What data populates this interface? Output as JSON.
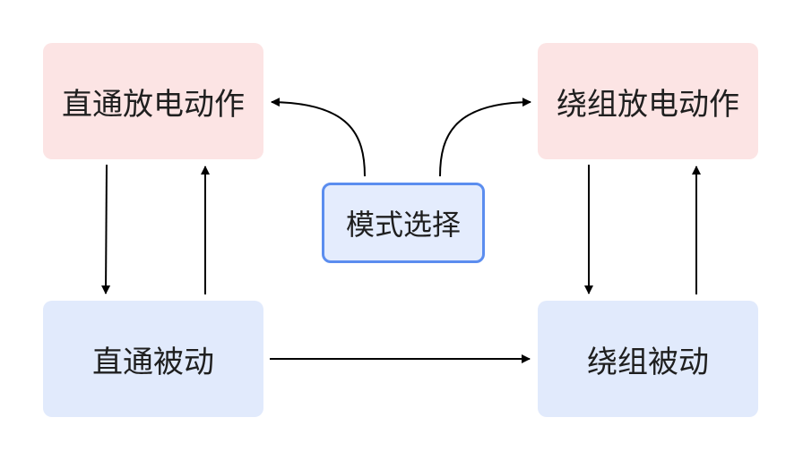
{
  "nodes": {
    "direct_discharge": "直通放电动作",
    "winding_discharge": "绕组放电动作",
    "mode_select": "模式选择",
    "direct_passive": "直通被动",
    "winding_passive": "绕组被动"
  },
  "colors": {
    "action_fill": "#fce4e4",
    "passive_fill": "#e1eafc",
    "selector_border": "#5b8def",
    "edge": "#000000"
  },
  "edges": [
    {
      "from": "mode_select",
      "to": "direct_discharge"
    },
    {
      "from": "mode_select",
      "to": "winding_discharge"
    },
    {
      "from": "direct_discharge",
      "to": "direct_passive"
    },
    {
      "from": "direct_passive",
      "to": "direct_discharge"
    },
    {
      "from": "winding_discharge",
      "to": "winding_passive"
    },
    {
      "from": "winding_passive",
      "to": "winding_discharge"
    },
    {
      "from": "direct_passive",
      "to": "winding_passive"
    }
  ]
}
